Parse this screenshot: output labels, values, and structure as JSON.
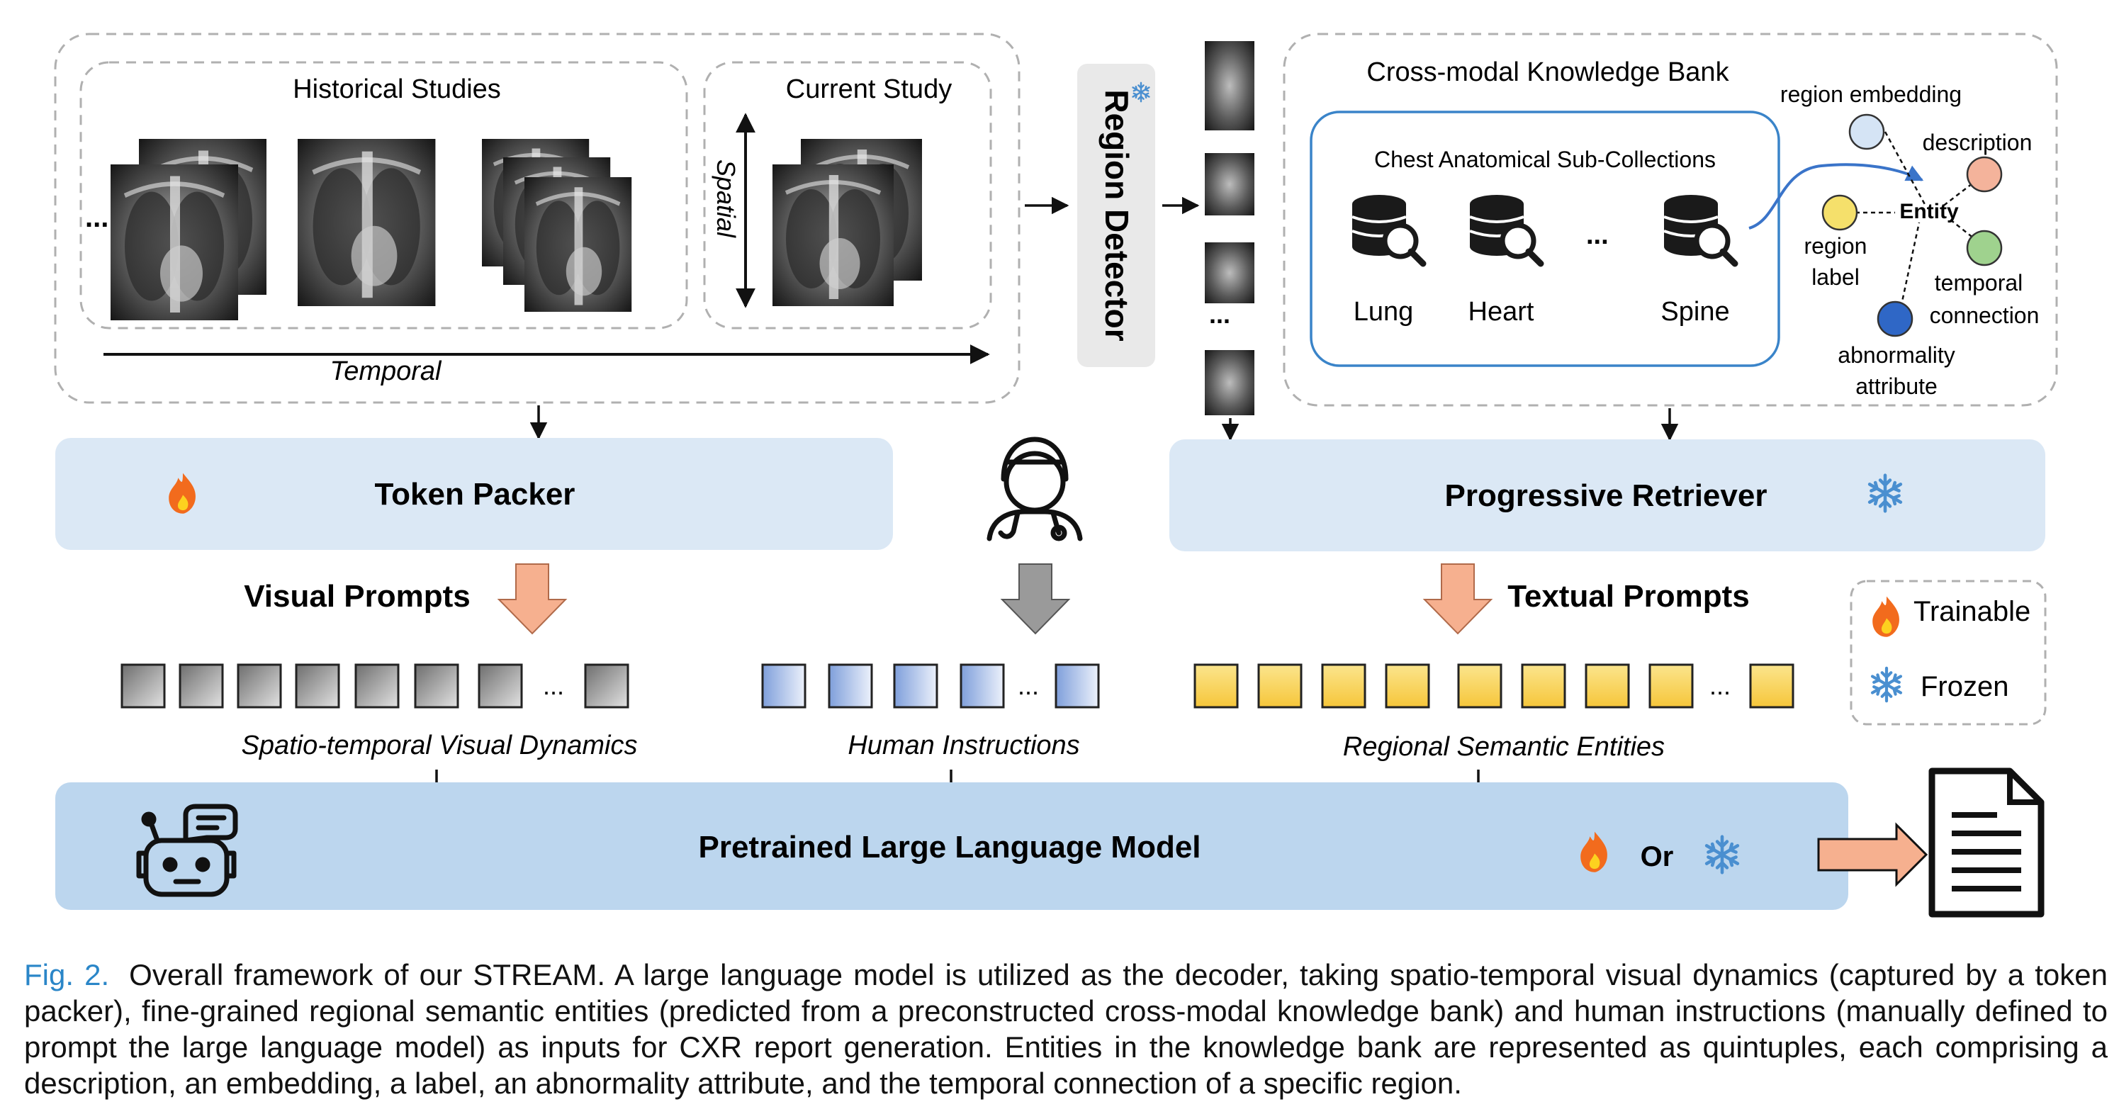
{
  "figure": {
    "historical_title": "Historical Studies",
    "current_title": "Current Study",
    "ellipsis": "...",
    "spatial_label": "Spatial",
    "temporal_label": "Temporal",
    "region_detector": "Region Detector",
    "knowledge_bank_title": "Cross-modal Knowledge Bank",
    "sub_collections_title": "Chest Anatomical Sub-Collections",
    "db_labels": [
      "Lung",
      "Heart",
      "Spine"
    ],
    "entity": {
      "center": "Entity",
      "region_embedding": "region embedding",
      "description": "description",
      "region_label_line1": "region",
      "region_label_line2": "label",
      "temporal_connection_line1": "temporal",
      "temporal_connection_line2": "connection",
      "abnormality_line1": "abnormality",
      "abnormality_line2": "attribute"
    },
    "token_packer": "Token Packer",
    "progressive_retriever": "Progressive Retriever",
    "visual_prompts": "Visual Prompts",
    "textual_prompts": "Textual Prompts",
    "visual_dynamics": "Spatio-temporal Visual Dynamics",
    "human_instructions": "Human Instructions",
    "semantic_entities": "Regional Semantic Entities",
    "llm": "Pretrained Large Language Model",
    "or": "Or",
    "legend": {
      "trainable": "Trainable",
      "frozen": "Frozen"
    },
    "icons": [
      "fire-icon",
      "snowflake-icon",
      "database-search-icon",
      "doctor-icon",
      "robot-chat-icon",
      "document-icon"
    ],
    "colors": {
      "panel_blue": "#dbe8f5",
      "llm_blue": "#bcd6ee",
      "visual_token": "#8c8c8c",
      "instruction_token": "#8fb0e0",
      "textual_token": "#f7cf4a",
      "orange_arrow": "#f6b08f",
      "gray_arrow": "#9a9a9a",
      "caption_label": "#2a86c8"
    }
  },
  "caption": {
    "label": "Fig. 2.",
    "text": "Overall framework of our STREAM. A large language model is utilized as the decoder, taking spatio-temporal visual dynamics (captured by a token packer), fine-grained regional semantic entities (predicted from a preconstructed cross-modal knowledge bank) and human instructions (manually defined to prompt the large language model) as inputs for CXR report generation. Entities in the knowledge bank are represented as quintuples, each comprising a description, an embedding, a label, an abnormality attribute, and the temporal connection of a specific region."
  }
}
